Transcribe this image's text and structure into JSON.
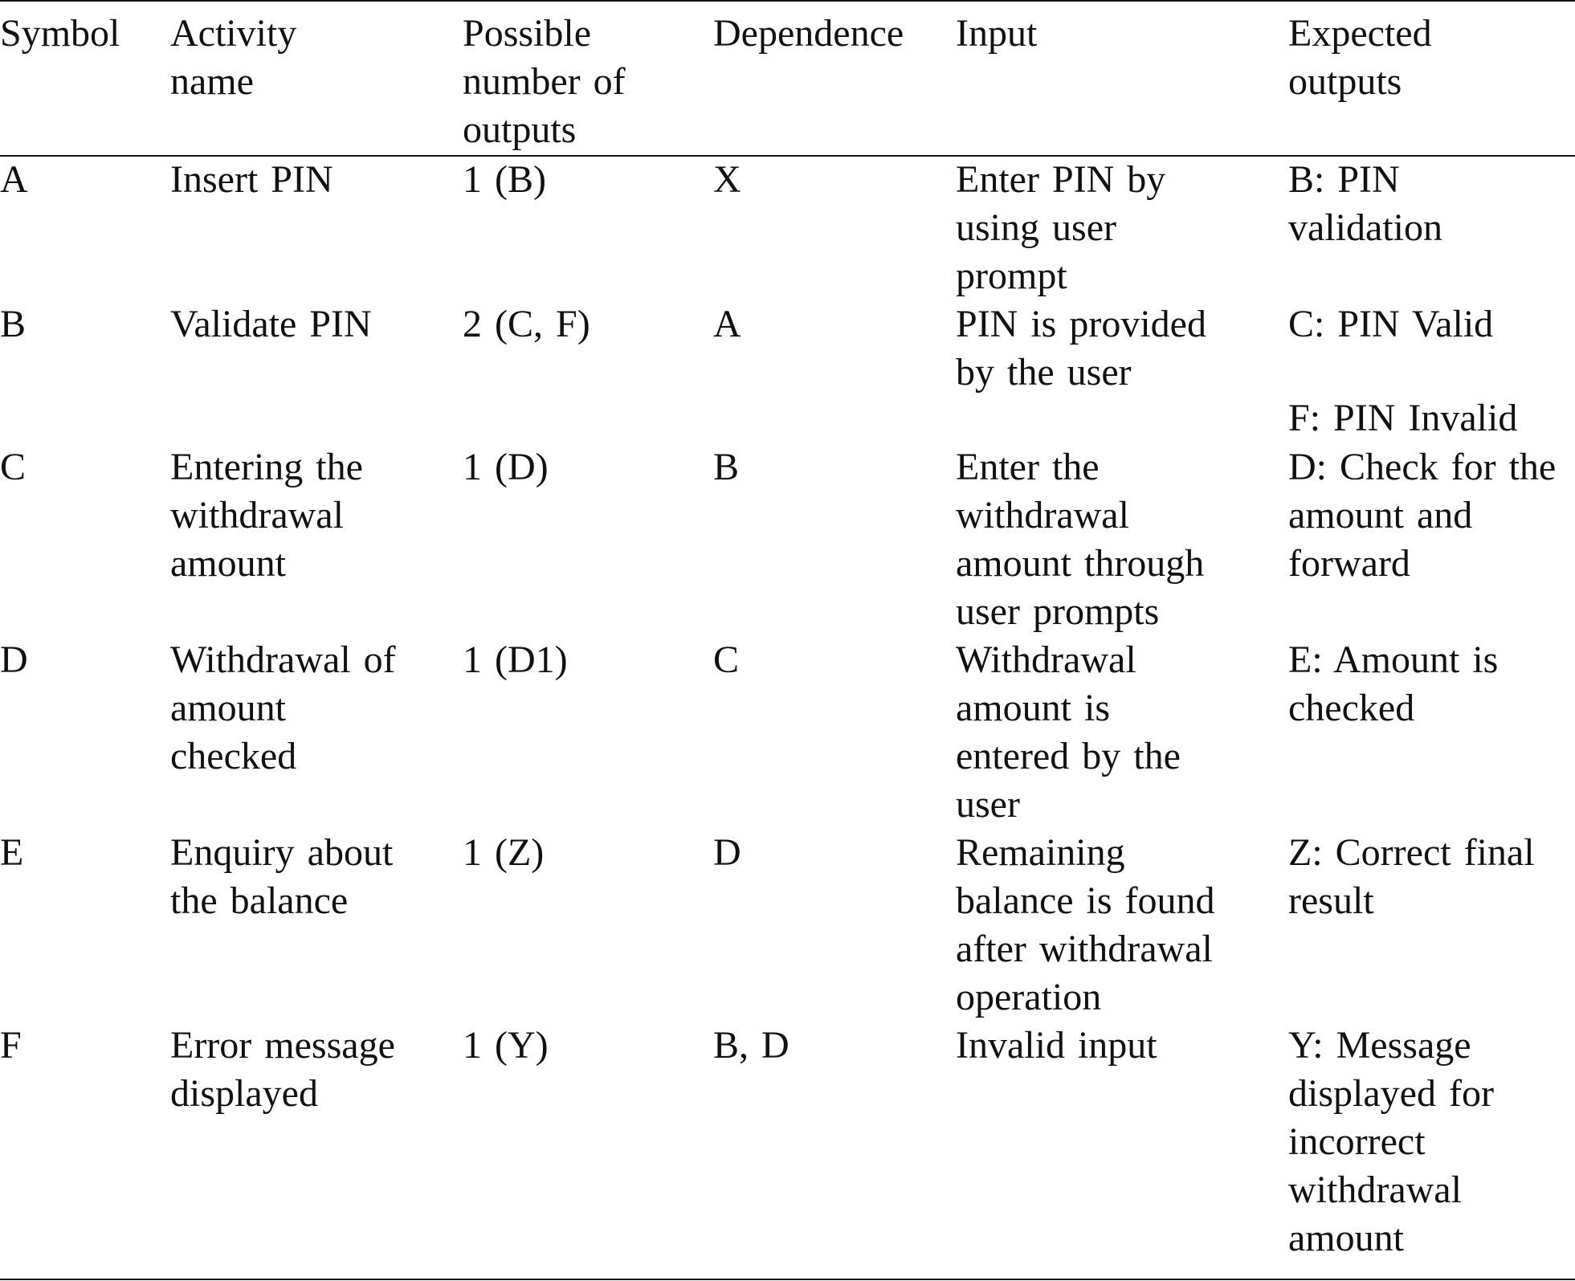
{
  "table": {
    "headers": [
      [
        "Symbol"
      ],
      [
        "Activity",
        "name"
      ],
      [
        "Possible",
        "number of",
        "outputs"
      ],
      [
        "Dependence"
      ],
      [
        "Input"
      ],
      [
        "Expected",
        "outputs"
      ]
    ],
    "rows": [
      {
        "symbol": "A",
        "activity": [
          "Insert PIN"
        ],
        "outputs": "1 (B)",
        "dependence": "X",
        "input": [
          "Enter PIN by",
          "using user",
          "prompt"
        ],
        "expected": [
          [
            "B: PIN",
            "validation"
          ]
        ]
      },
      {
        "symbol": "B",
        "activity": [
          "Validate PIN"
        ],
        "outputs": "2 (C, F)",
        "dependence": "A",
        "input": [
          "PIN is provided",
          "by the user"
        ],
        "expected": [
          [
            "C: PIN Valid"
          ],
          [
            "F: PIN Invalid"
          ]
        ]
      },
      {
        "symbol": "C",
        "activity": [
          "Entering the",
          "withdrawal",
          "amount"
        ],
        "outputs": "1 (D)",
        "dependence": "B",
        "input": [
          "Enter the",
          "withdrawal",
          "amount through",
          "user prompts"
        ],
        "expected": [
          [
            "D: Check for the",
            "amount and",
            "forward"
          ]
        ]
      },
      {
        "symbol": "D",
        "activity": [
          "Withdrawal of",
          "amount",
          "checked"
        ],
        "outputs": "1 (D1)",
        "dependence": "C",
        "input": [
          "Withdrawal",
          "amount is",
          "entered by the",
          "user"
        ],
        "expected": [
          [
            "E: Amount is",
            "checked"
          ]
        ]
      },
      {
        "symbol": "E",
        "activity": [
          "Enquiry about",
          "the balance"
        ],
        "outputs": "1 (Z)",
        "dependence": "D",
        "input": [
          "Remaining",
          "balance is found",
          "after withdrawal",
          "operation"
        ],
        "expected": [
          [
            "Z: Correct final",
            "result"
          ]
        ]
      },
      {
        "symbol": "F",
        "activity": [
          "Error message",
          "displayed"
        ],
        "outputs": "1 (Y)",
        "dependence": "B, D",
        "input": [
          "Invalid input"
        ],
        "expected": [
          [
            "Y: Message",
            "displayed for",
            "incorrect",
            "withdrawal",
            "amount"
          ]
        ]
      }
    ]
  }
}
